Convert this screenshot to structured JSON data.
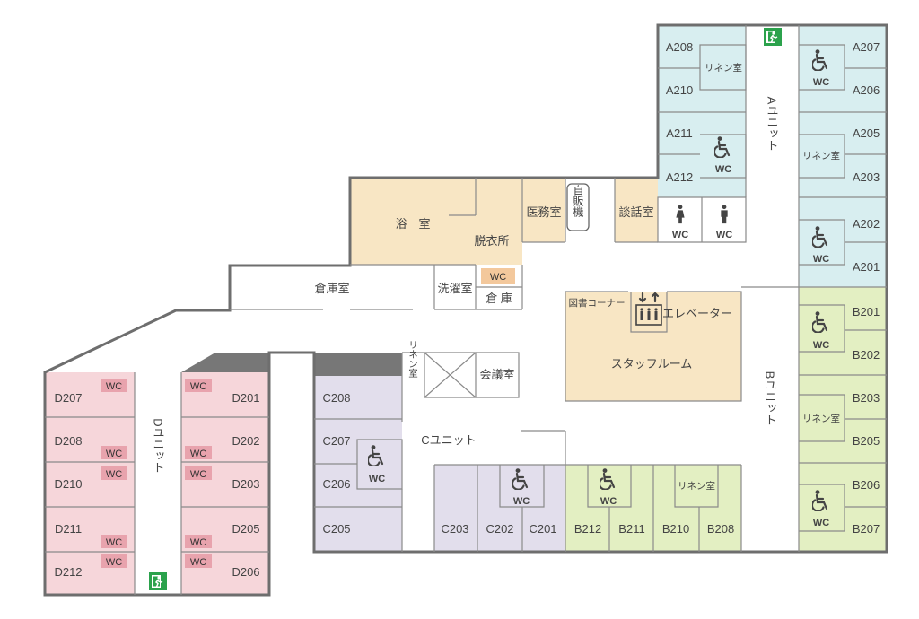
{
  "colors": {
    "unit_a": "#d8eef0",
    "unit_b": "#e3efc2",
    "unit_c": "#e2deec",
    "unit_d": "#f6d6da",
    "common": "#f8e6c4",
    "wc_badge_d": "#e8a3ad",
    "wc_badge_center": "#f3c89c",
    "exit_green": "#2ba24c",
    "wall": "#6e6e6e",
    "shadow": "#777777"
  },
  "labels": {
    "a_unit": "Aユニット",
    "b_unit": "Bユニット",
    "c_unit": "Cユニット",
    "d_unit": "Dユニット",
    "bath": "浴　室",
    "dressing": "脱衣所",
    "medical": "医務室",
    "vending": "自販機",
    "lounge": "談話室",
    "warehouse": "倉庫室",
    "laundry": "洗濯室",
    "storage": "倉 庫",
    "library": "図書コーナー",
    "elevator": "エレベーター",
    "staff_room": "スタッフルーム",
    "linen_v": "リネン室",
    "meeting": "会議室",
    "linen": "リネン室",
    "wc": "WC"
  },
  "rooms_a": [
    "A208",
    "A210",
    "A211",
    "A212",
    "A207",
    "A206",
    "A205",
    "A203",
    "A202",
    "A201"
  ],
  "rooms_b": [
    "B201",
    "B202",
    "B203",
    "B205",
    "B206",
    "B207",
    "B212",
    "B211",
    "B210",
    "B208"
  ],
  "rooms_c": [
    "C208",
    "C207",
    "C206",
    "C205",
    "C203",
    "C202",
    "C201"
  ],
  "rooms_d": [
    "D207",
    "D208",
    "D210",
    "D211",
    "D212",
    "D201",
    "D202",
    "D203",
    "D205",
    "D206"
  ],
  "icons": [
    "wheelchair-icon",
    "female-icon",
    "male-icon",
    "elevator-icon",
    "emergency-exit-icon",
    "storage-x-icon"
  ]
}
